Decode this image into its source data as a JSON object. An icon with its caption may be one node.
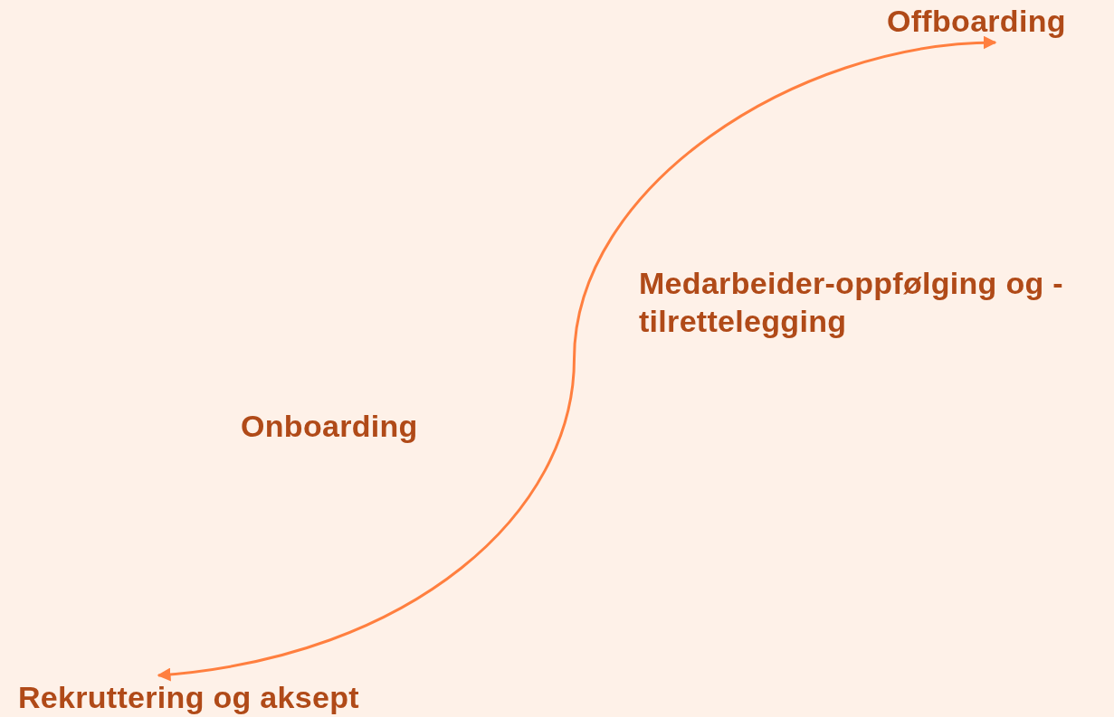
{
  "diagram": {
    "nodes": [
      {
        "text": [
          "Rekruttering og aksept"
        ]
      },
      {
        "text": [
          "Offboarding"
        ]
      }
    ],
    "edges": [
      {
        "from": 0,
        "to": 1,
        "arrow": "both"
      }
    ],
    "labels": [
      "Onboarding",
      "Medarbeider-oppfølging og -tilrettelegging"
    ]
  }
}
